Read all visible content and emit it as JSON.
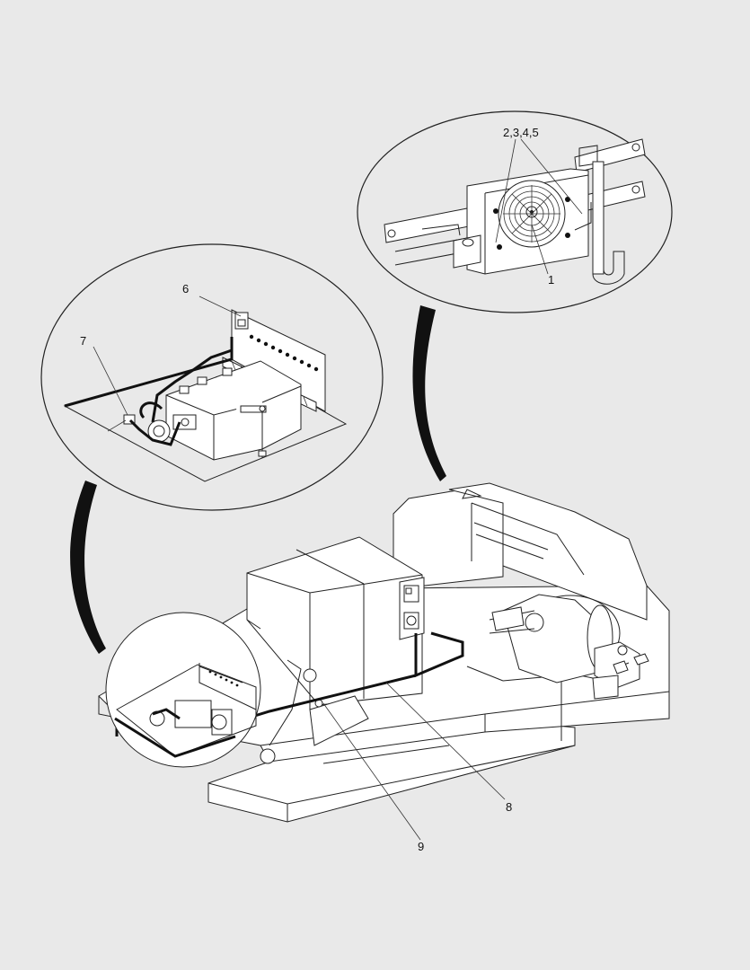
{
  "callouts": {
    "c1": "1",
    "c2345": "2,3,4,5",
    "c6": "6",
    "c7": "7",
    "c8": "8",
    "c9": "9"
  }
}
